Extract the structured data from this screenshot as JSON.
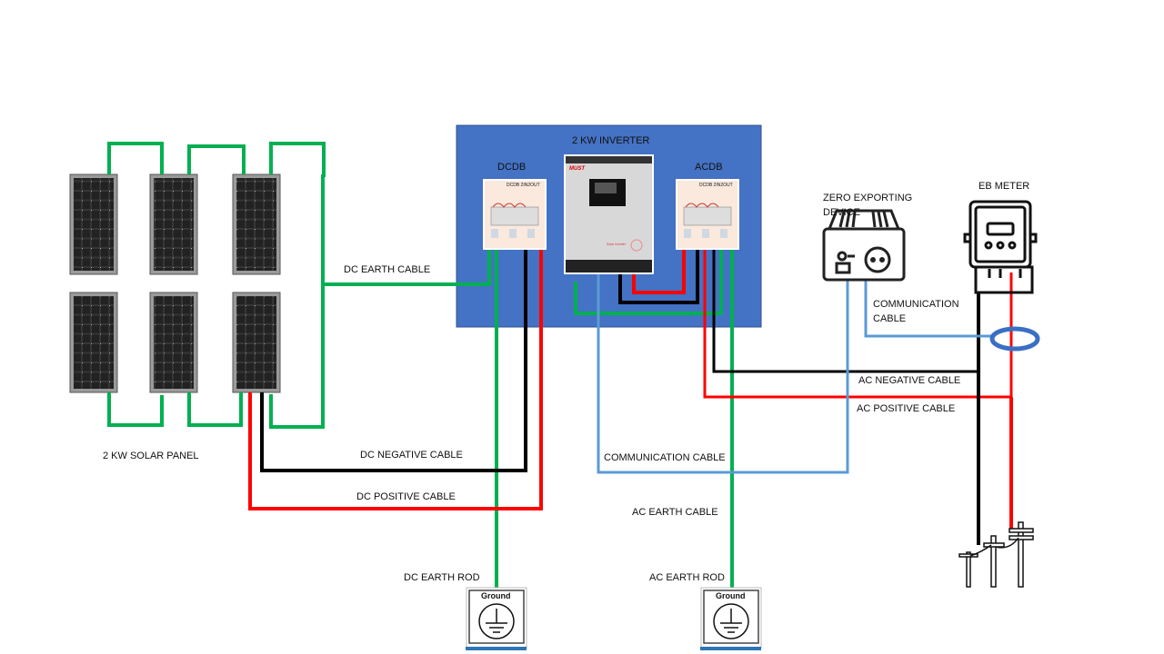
{
  "labels": {
    "solar_panel": "2 KW SOLAR PANEL",
    "inverter": "2 KW INVERTER",
    "dcdb": "DCDB",
    "acdb": "ACDB",
    "dcdb_plate": "DCDB 2IN2OUT",
    "acdb_plate": "DCDB 2IN2OUT",
    "inverter_brand": "MUST",
    "inverter_caption": "Solar Inverter",
    "zero_device_line1": "ZERO EXPORTING",
    "zero_device_line2": "DEVICE",
    "eb_meter": "EB METER",
    "comm_cable_top_line1": "COMMUNICATION",
    "comm_cable_top_line2": "CABLE",
    "dc_earth_cable": "DC EARTH CABLE",
    "dc_negative_cable": "DC NEGATIVE  CABLE",
    "dc_positive_cable": "DC POSITIVE CABLE",
    "communication_cable": "COMMUNICATION  CABLE",
    "ac_negative_cable": "AC NEGATIVE  CABLE",
    "ac_positive_cable": "AC POSITIVE CABLE",
    "ac_earth_cable": "AC EARTH CABLE",
    "dc_earth_rod": "DC EARTH  ROD",
    "ac_earth_rod": "AC EARTH ROD",
    "ground_dc": "Ground",
    "ground_ac": "Ground"
  },
  "colors": {
    "inverter_panel": "#4472C4",
    "earth": "#00B050",
    "positive": "#FF0000",
    "negative": "#000000",
    "communication": "#5B9BD5"
  },
  "icons": [
    "solar-panel-icon",
    "distribution-board-icon",
    "inverter-icon",
    "zero-export-device-icon",
    "energy-meter-icon",
    "ct-ring-icon",
    "utility-pole-icon",
    "ground-symbol-icon"
  ]
}
